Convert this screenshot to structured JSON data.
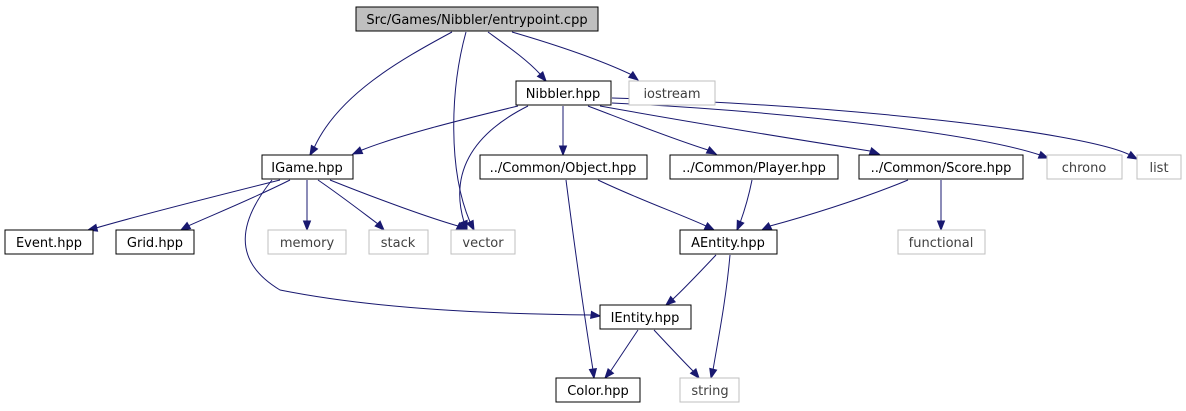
{
  "graph": {
    "colors": {
      "edge": "#191970",
      "root_fill": "#bfbfbf",
      "system_border": "#bfbfbf",
      "local_border": "#000000"
    },
    "nodes": {
      "entrypoint": {
        "label": "Src/Games/Nibbler/entrypoint.cpp",
        "kind": "root"
      },
      "nibbler": {
        "label": "Nibbler.hpp",
        "kind": "local"
      },
      "iostream": {
        "label": "iostream",
        "kind": "system"
      },
      "igame": {
        "label": "IGame.hpp",
        "kind": "local"
      },
      "object": {
        "label": "../Common/Object.hpp",
        "kind": "local"
      },
      "player": {
        "label": "../Common/Player.hpp",
        "kind": "local"
      },
      "score": {
        "label": "../Common/Score.hpp",
        "kind": "local"
      },
      "chrono": {
        "label": "chrono",
        "kind": "system"
      },
      "list": {
        "label": "list",
        "kind": "system"
      },
      "event": {
        "label": "Event.hpp",
        "kind": "local"
      },
      "grid": {
        "label": "Grid.hpp",
        "kind": "local"
      },
      "memory": {
        "label": "memory",
        "kind": "system"
      },
      "stack": {
        "label": "stack",
        "kind": "system"
      },
      "vector": {
        "label": "vector",
        "kind": "system"
      },
      "aentity": {
        "label": "AEntity.hpp",
        "kind": "local"
      },
      "functional": {
        "label": "functional",
        "kind": "system"
      },
      "ientity": {
        "label": "IEntity.hpp",
        "kind": "local"
      },
      "color": {
        "label": "Color.hpp",
        "kind": "local"
      },
      "string": {
        "label": "string",
        "kind": "system"
      }
    },
    "edges": [
      {
        "from": "entrypoint",
        "to": "igame"
      },
      {
        "from": "entrypoint",
        "to": "vector"
      },
      {
        "from": "entrypoint",
        "to": "nibbler"
      },
      {
        "from": "entrypoint",
        "to": "iostream"
      },
      {
        "from": "nibbler",
        "to": "igame"
      },
      {
        "from": "nibbler",
        "to": "vector"
      },
      {
        "from": "nibbler",
        "to": "object"
      },
      {
        "from": "nibbler",
        "to": "player"
      },
      {
        "from": "nibbler",
        "to": "score"
      },
      {
        "from": "nibbler",
        "to": "chrono"
      },
      {
        "from": "nibbler",
        "to": "list"
      },
      {
        "from": "igame",
        "to": "event"
      },
      {
        "from": "igame",
        "to": "grid"
      },
      {
        "from": "igame",
        "to": "memory"
      },
      {
        "from": "igame",
        "to": "stack"
      },
      {
        "from": "igame",
        "to": "vector"
      },
      {
        "from": "igame",
        "to": "ientity"
      },
      {
        "from": "object",
        "to": "aentity"
      },
      {
        "from": "object",
        "to": "color"
      },
      {
        "from": "player",
        "to": "aentity"
      },
      {
        "from": "score",
        "to": "aentity"
      },
      {
        "from": "score",
        "to": "functional"
      },
      {
        "from": "aentity",
        "to": "ientity"
      },
      {
        "from": "aentity",
        "to": "string"
      },
      {
        "from": "ientity",
        "to": "color"
      },
      {
        "from": "ientity",
        "to": "string"
      }
    ]
  }
}
